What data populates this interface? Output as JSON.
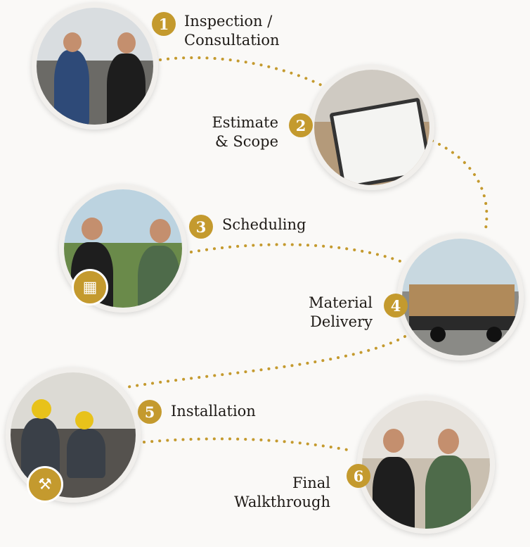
{
  "accent_color": "#c49a2e",
  "steps": [
    {
      "number": "1",
      "title_line1": "Inspection /",
      "title_line2": "Consultation"
    },
    {
      "number": "2",
      "title_line1": "Estimate",
      "title_line2": "& Scope"
    },
    {
      "number": "3",
      "title_line1": "Scheduling",
      "title_line2": ""
    },
    {
      "number": "4",
      "title_line1": "Material",
      "title_line2": "Delivery"
    },
    {
      "number": "5",
      "title_line1": "Installation",
      "title_line2": ""
    },
    {
      "number": "6",
      "title_line1": "Final",
      "title_line2": "Walkthrough"
    }
  ],
  "icons": {
    "step3": "calendar-truck-icon",
    "step5": "tools-icon"
  }
}
